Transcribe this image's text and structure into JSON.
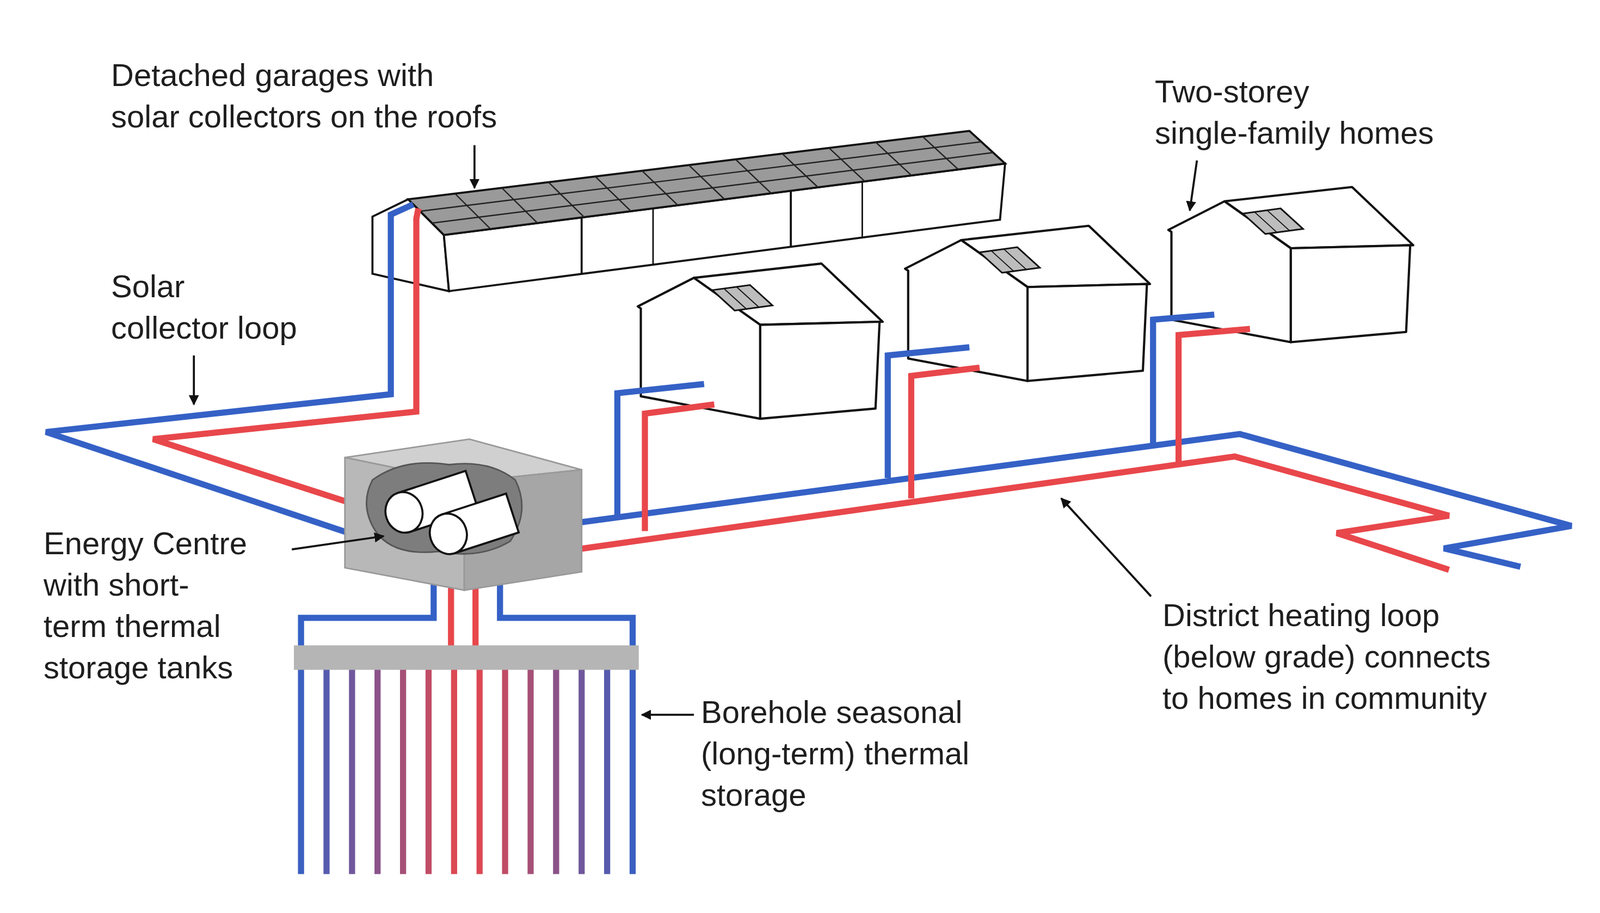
{
  "diagram": {
    "labels": [
      "Detached garages with solar collectors on the roofs",
      "Two-storey single-family homes",
      "Solar collector loop",
      "Energy Centre with short-term thermal storage tanks",
      "Borehole seasonal (long-term) thermal storage",
      "District heating loop (below grade) connects to homes in community"
    ]
  }
}
